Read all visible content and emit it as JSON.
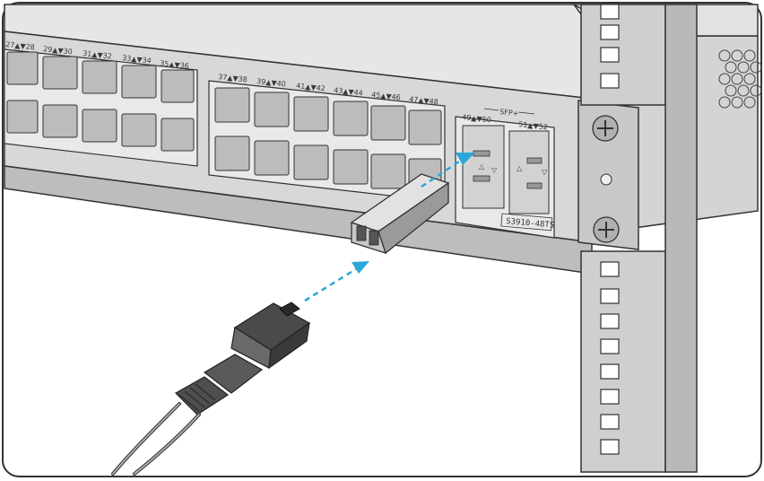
{
  "port_labels": {
    "group_a": [
      "27▲▼28",
      "29▲▼30",
      "31▲▼32",
      "33▲▼34",
      "35▲▼36"
    ],
    "group_b": [
      "37▲▼38",
      "39▲▼40",
      "41▲▼42",
      "43▲▼44",
      "45▲▼46",
      "47▲▼48"
    ],
    "sfp": [
      "49▲▼50",
      "51▲▼52"
    ],
    "sfp_header": "SFP+"
  },
  "model_label": "S3910-48TS",
  "colors": {
    "arrow": "#2aa6d8",
    "chassis": "#dcdcdc",
    "face": "#cfcfcf",
    "outline": "#2b2b2b"
  }
}
